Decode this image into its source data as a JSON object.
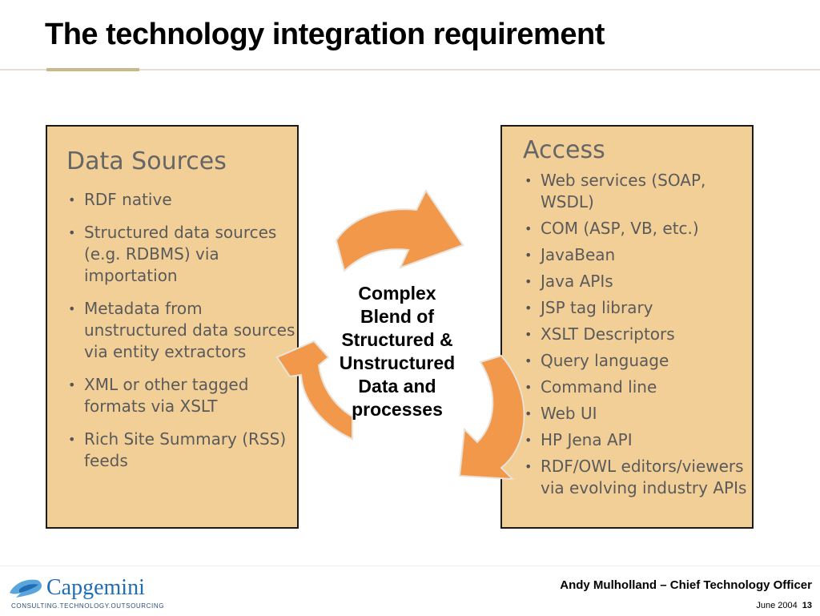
{
  "slide": {
    "title": "The technology integration requirement"
  },
  "data_sources": {
    "heading": "Data Sources",
    "items": [
      {
        "label": "RDF native"
      },
      {
        "label": "Structured data sources (e.g. RDBMS) via importation"
      },
      {
        "label": "Metadata from unstructured data sources via entity extractors"
      },
      {
        "label": "XML or other tagged formats via XSLT"
      },
      {
        "label": "Rich Site Summary (RSS) feeds"
      }
    ]
  },
  "access": {
    "heading": "Access",
    "items": [
      {
        "label": "Web services (SOAP, WSDL)"
      },
      {
        "label": "COM (ASP, VB, etc.)"
      },
      {
        "label": "JavaBean"
      },
      {
        "label": "Java APIs"
      },
      {
        "label": "JSP tag library"
      },
      {
        "label": "XSLT Descriptors"
      },
      {
        "label": "Query language"
      },
      {
        "label": "Command line"
      },
      {
        "label": "Web UI"
      },
      {
        "label": "HP Jena API"
      },
      {
        "label": "RDF/OWL editors/viewers via evolving industry APIs"
      }
    ]
  },
  "center": {
    "lines": [
      "Complex",
      "Blend of",
      "Structured &",
      "Unstructured",
      "Data and",
      "processes"
    ]
  },
  "colors": {
    "box_fill": "#f2cf97",
    "arrow_fill": "#f2984a",
    "arrow_stroke": "#e8e2d8",
    "logo_blue": "#1f6db5"
  },
  "footer": {
    "logo_word": "Capgemini",
    "logo_tagline": "CONSULTING.TECHNOLOGY.OUTSOURCING",
    "presenter": "Andy Mulholland – Chief Technology Officer",
    "date": "June 2004",
    "page": "13"
  }
}
